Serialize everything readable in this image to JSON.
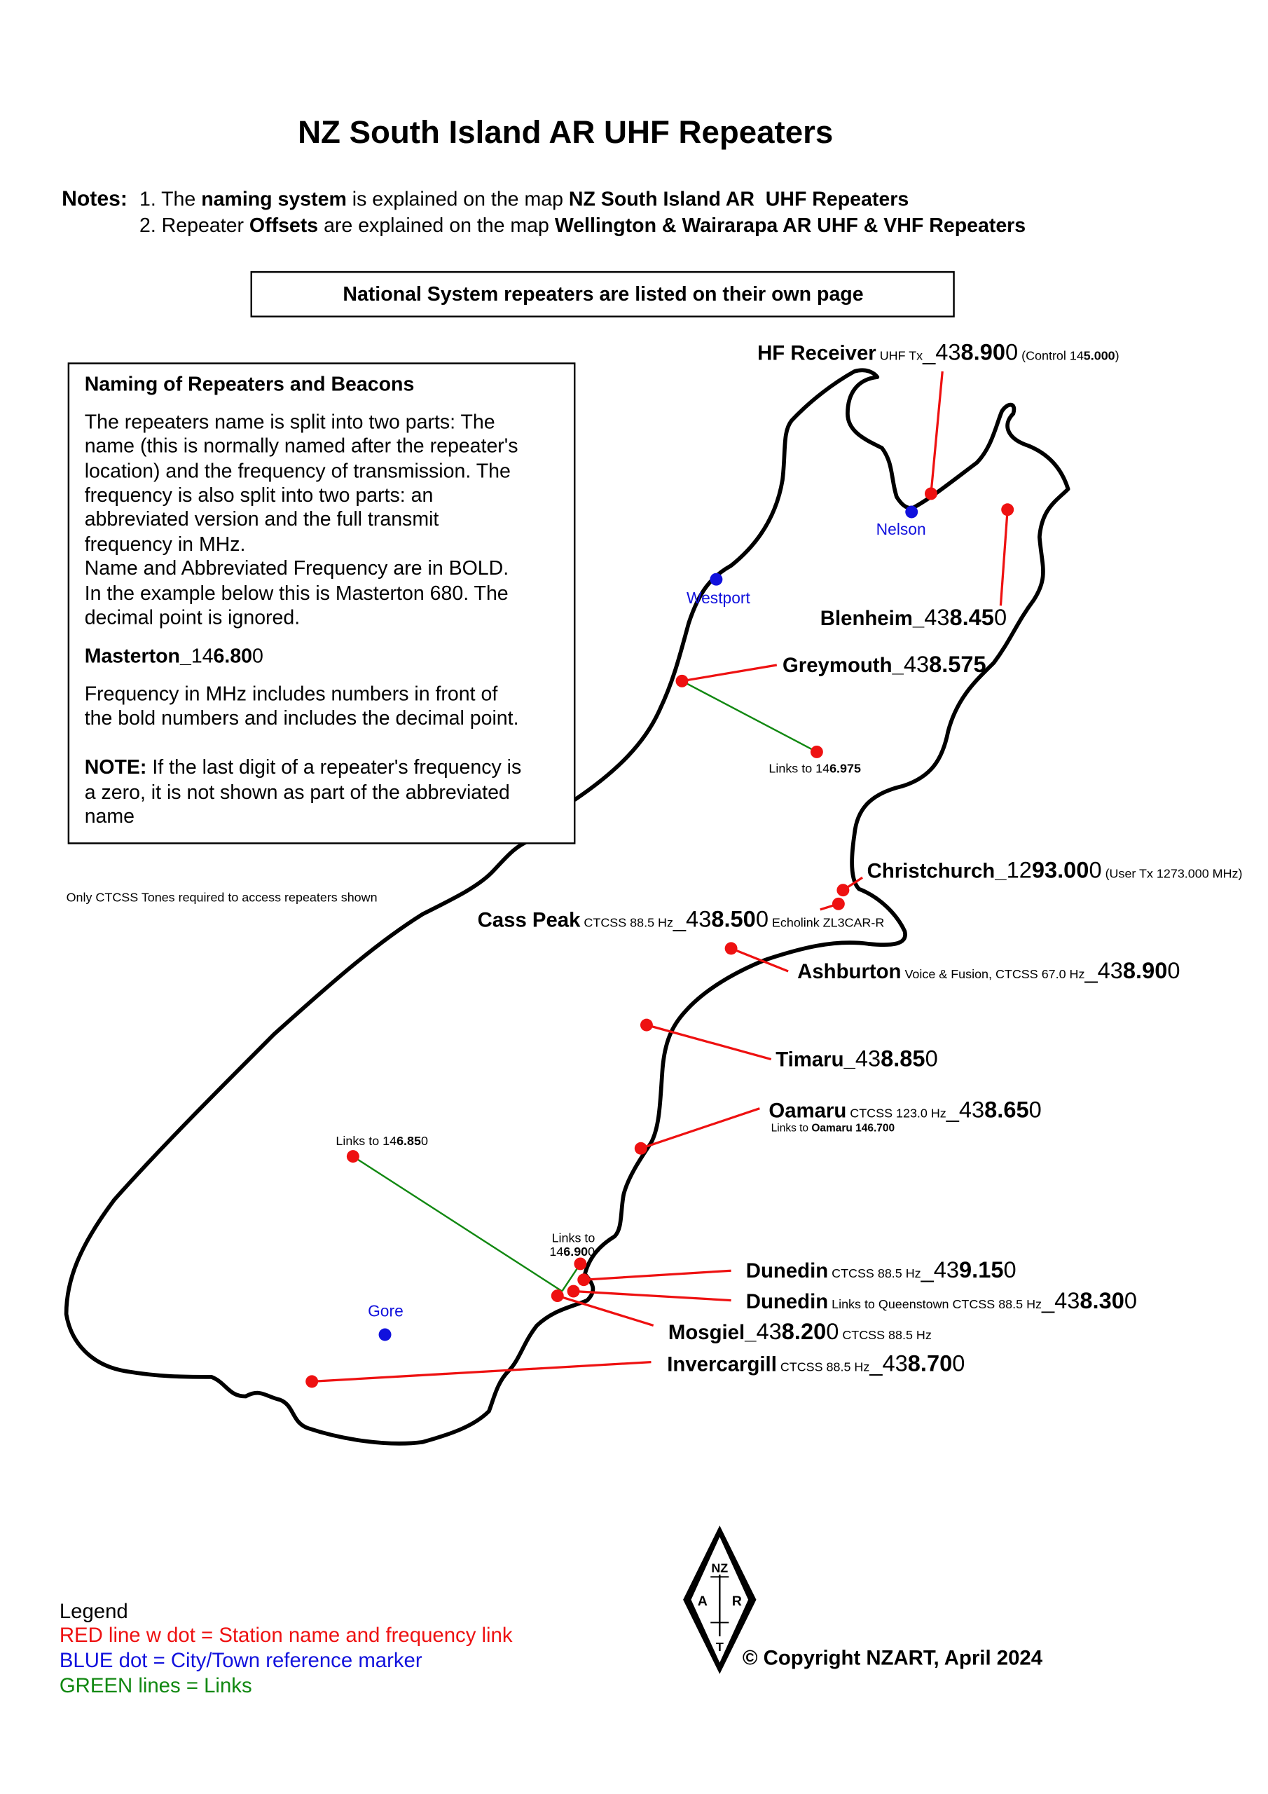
{
  "title": "NZ South Island AR UHF Repeaters",
  "notes": {
    "label": "Notes:",
    "line1": [
      {
        "t": "1. The ",
        "c": "txt"
      },
      {
        "t": "naming system",
        "c": "txtb"
      },
      {
        "t": " is explained on the map ",
        "c": "txt"
      },
      {
        "t": "NZ South Island AR  UHF Repeaters",
        "c": "txtb"
      }
    ],
    "line2": [
      {
        "t": "2. Repeater ",
        "c": "txt"
      },
      {
        "t": "Offsets",
        "c": "txtb"
      },
      {
        "t": " are explained on the map ",
        "c": "txt"
      },
      {
        "t": "Wellington & Wairarapa AR UHF & VHF Repeaters",
        "c": "txtb"
      }
    ]
  },
  "national_box": "National System repeaters are listed on their own page",
  "naming_box": {
    "heading": "Naming of Repeaters and Beacons",
    "paragraph": [
      "The repeaters name is split into two parts: The",
      "name (this is normally named after the repeater's",
      "location) and the frequency of transmission. The",
      "frequency is also split into two parts: an",
      "abbreviated version and the full transmit",
      "frequency in MHz.",
      "Name and Abbreviated Frequency are in BOLD.",
      "In the example below this is Masterton 680. The",
      "decimal point is ignored."
    ],
    "example": [
      {
        "t": "Masterton_",
        "c": "txtb"
      },
      {
        "t": "14",
        "c": "txt"
      },
      {
        "t": "6.80",
        "c": "txtb"
      },
      {
        "t": "0",
        "c": "txt"
      }
    ],
    "freq_lines": [
      "Frequency in MHz includes numbers in front of",
      "the bold numbers and includes the decimal point."
    ],
    "note_line1": [
      {
        "t": "NOTE:",
        "c": "txtb"
      },
      {
        "t": " If the last digit of a repeater's frequency is",
        "c": "txt"
      }
    ],
    "note_lines": [
      "a zero, it is not shown as part of the abbreviated",
      "name"
    ]
  },
  "ctcss_note": "Only CTCSS Tones required to access repeaters shown",
  "repeaters": [
    {
      "segs": [
        {
          "t": "HF Receiver",
          "c": "n"
        },
        {
          "t": " UHF Tx",
          "c": "sm"
        },
        {
          "t": "_43",
          "c": "big"
        },
        {
          "t": "8.90",
          "c": "bigb"
        },
        {
          "t": "0",
          "c": "big"
        },
        {
          "t": " (Control 14",
          "c": "sm"
        },
        {
          "t": "5.000",
          "c": "smb"
        },
        {
          "t": ")",
          "c": "sm"
        }
      ]
    },
    {
      "segs": [
        {
          "t": "Blenheim_",
          "c": "n"
        },
        {
          "t": "43",
          "c": "big"
        },
        {
          "t": "8.45",
          "c": "bigb"
        },
        {
          "t": "0",
          "c": "big"
        }
      ]
    },
    {
      "segs": [
        {
          "t": "Greymouth_",
          "c": "n"
        },
        {
          "t": "43",
          "c": "big"
        },
        {
          "t": "8.575",
          "c": "bigb"
        }
      ]
    },
    {
      "segs": [
        {
          "t": "Christchurch_",
          "c": "n"
        },
        {
          "t": "12",
          "c": "big"
        },
        {
          "t": "93.00",
          "c": "bigb"
        },
        {
          "t": "0",
          "c": "big"
        },
        {
          "t": " (User Tx 1273.000 MHz)",
          "c": "sm"
        }
      ]
    },
    {
      "segs": [
        {
          "t": "Cass Peak",
          "c": "n"
        },
        {
          "t": " CTCSS 88.5 Hz",
          "c": "sm"
        },
        {
          "t": "_43",
          "c": "big"
        },
        {
          "t": "8.50",
          "c": "bigb"
        },
        {
          "t": "0",
          "c": "big"
        },
        {
          "t": " Echolink ZL3CAR-R",
          "c": "sm"
        }
      ]
    },
    {
      "segs": [
        {
          "t": "Ashburton",
          "c": "n"
        },
        {
          "t": " Voice & Fusion, CTCSS 67.0 Hz",
          "c": "sm"
        },
        {
          "t": "_43",
          "c": "big"
        },
        {
          "t": "8.90",
          "c": "bigb"
        },
        {
          "t": "0",
          "c": "big"
        }
      ]
    },
    {
      "segs": [
        {
          "t": "Timaru_",
          "c": "n"
        },
        {
          "t": "43",
          "c": "big"
        },
        {
          "t": "8.85",
          "c": "bigb"
        },
        {
          "t": "0",
          "c": "big"
        }
      ]
    },
    {
      "segs": [
        {
          "t": "Oamaru",
          "c": "n"
        },
        {
          "t": " CTCSS 123.0 Hz",
          "c": "sm"
        },
        {
          "t": "_43",
          "c": "big"
        },
        {
          "t": "8.65",
          "c": "bigb"
        },
        {
          "t": "0",
          "c": "big"
        }
      ]
    },
    {
      "segs": [
        {
          "t": "Dunedin",
          "c": "n"
        },
        {
          "t": " CTCSS 88.5 Hz",
          "c": "sm"
        },
        {
          "t": "_43",
          "c": "big"
        },
        {
          "t": "9.15",
          "c": "bigb"
        },
        {
          "t": "0",
          "c": "big"
        }
      ]
    },
    {
      "segs": [
        {
          "t": "Dunedin",
          "c": "n"
        },
        {
          "t": " Links to Queenstown CTCSS 88.5 Hz",
          "c": "sm"
        },
        {
          "t": "_43",
          "c": "big"
        },
        {
          "t": "8.30",
          "c": "bigb"
        },
        {
          "t": "0",
          "c": "big"
        }
      ]
    },
    {
      "segs": [
        {
          "t": "Mosgiel_",
          "c": "n"
        },
        {
          "t": "43",
          "c": "big"
        },
        {
          "t": "8.20",
          "c": "bigb"
        },
        {
          "t": "0",
          "c": "big"
        },
        {
          "t": " CTCSS 88.5 Hz",
          "c": "sm"
        }
      ]
    },
    {
      "segs": [
        {
          "t": "Invercargill",
          "c": "n"
        },
        {
          "t": " CTCSS 88.5 Hz",
          "c": "sm"
        },
        {
          "t": "_43",
          "c": "big"
        },
        {
          "t": "8.70",
          "c": "bigb"
        },
        {
          "t": "0",
          "c": "big"
        }
      ]
    }
  ],
  "link_labels": {
    "greymouth": [
      {
        "t": "Links to 14",
        "c": "sm"
      },
      {
        "t": "6.975",
        "c": "smb"
      }
    ],
    "oamaru": [
      {
        "t": "Links to ",
        "c": "tiny"
      },
      {
        "t": "Oamaru 14",
        "c": "tinyb"
      },
      {
        "t": "6.700",
        "c": "tinyb"
      }
    ],
    "west": [
      {
        "t": "Links to 14",
        "c": "sm"
      },
      {
        "t": "6.85",
        "c": "smb"
      },
      {
        "t": "0",
        "c": "sm"
      }
    ],
    "dunedin_top": "Links to",
    "dunedin_bottom": [
      {
        "t": "14",
        "c": "sm"
      },
      {
        "t": "6.90",
        "c": "smb"
      },
      {
        "t": "0",
        "c": "sm"
      }
    ]
  },
  "towns": {
    "nelson": "Nelson",
    "westport": "Westport",
    "gore": "Gore"
  },
  "legend": {
    "title": "Legend",
    "red": "RED line w dot = Station name and frequency link",
    "blue": "BLUE dot = City/Town reference marker",
    "green": "GREEN lines = Links"
  },
  "logo": {
    "top": "NZ",
    "left": "A",
    "right": "R",
    "bottom": "T"
  },
  "copyright": "© Copyright NZART, April 2024",
  "colors": {
    "red": "#ee1111",
    "blue": "#1111dd",
    "green": "#118811"
  }
}
